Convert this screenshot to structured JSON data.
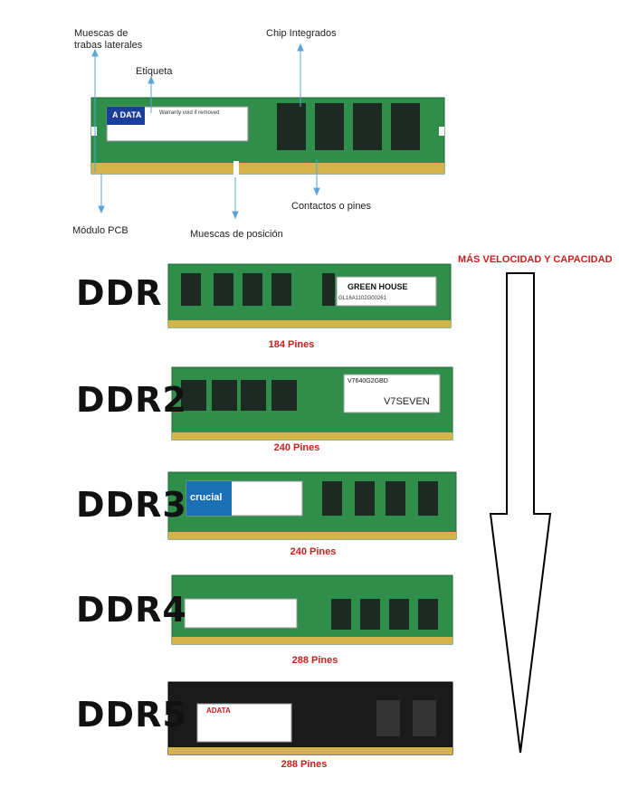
{
  "callouts": {
    "side_notches": "Muescas de\ntrabas laterales",
    "label": "Etiqueta",
    "chips": "Chip Integrados",
    "contacts": "Contactos o pines",
    "pcb": "Módulo PCB",
    "position_notch": "Muescas de posición"
  },
  "module_labels": {
    "adata_top_brand": "A DATA",
    "adata_top_sticker": "Warranty void if removed",
    "greenhouse_brand": "GREEN HOUSE",
    "greenhouse_code": "GL16A1102G00261",
    "ddr2_part": "V7640G2GBD",
    "ddr2_brand": "V7SEVEN",
    "ddr3_brand": "crucial",
    "ddr5_brand": "ADATA"
  },
  "trend_label": "MÁS VELOCIDAD Y CAPACIDAD",
  "generations": [
    {
      "name": "DDR",
      "pins": "184 Pines"
    },
    {
      "name": "DDR2",
      "pins": "240 Pines"
    },
    {
      "name": "DDR3",
      "pins": "240 Pines"
    },
    {
      "name": "DDR4",
      "pins": "288 Pines"
    },
    {
      "name": "DDR5",
      "pins": "288 Pines"
    }
  ],
  "colors": {
    "pcb_green": "#2f8f4a",
    "pcb_dark": "#1f6b37",
    "chip": "#1d2a22",
    "gold": "#d6b24a",
    "ddr5_pcb": "#1a1a1a",
    "trend": "#c8201e"
  }
}
